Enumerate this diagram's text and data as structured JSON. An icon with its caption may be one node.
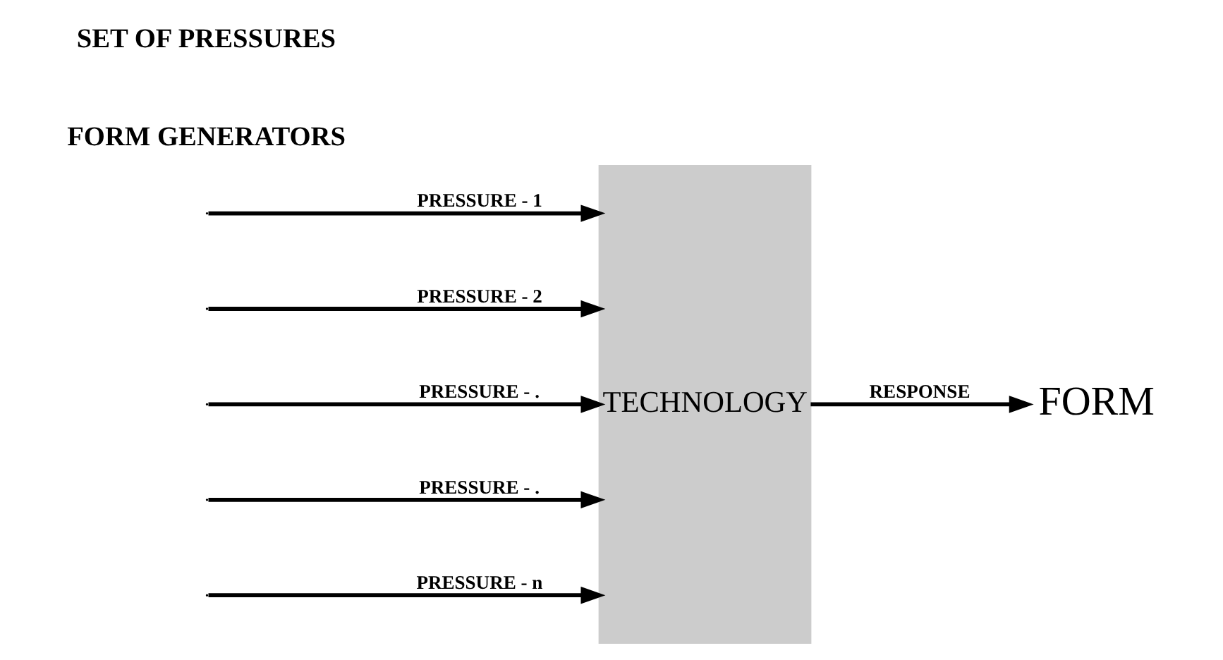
{
  "diagram": {
    "nodes": [
      {
        "text": [
          "TECHNOLOGY"
        ]
      },
      {
        "text": [
          "FORM"
        ]
      }
    ],
    "edges": [
      {
        "from": null,
        "to": 0,
        "arrow": "to",
        "label": "PRESSURE - 1"
      },
      {
        "from": null,
        "to": 0,
        "arrow": "to",
        "label": "PRESSURE - 2"
      },
      {
        "from": null,
        "to": 0,
        "arrow": "to",
        "label": "PRESSURE - ."
      },
      {
        "from": null,
        "to": 0,
        "arrow": "to",
        "label": "PRESSURE - ."
      },
      {
        "from": null,
        "to": 0,
        "arrow": "to",
        "label": "PRESSURE - n"
      },
      {
        "from": 0,
        "to": 1,
        "arrow": "to",
        "label": "RESPONSE"
      }
    ],
    "labels": [
      "FORM GENERATORS",
      "SET OF PRESSURES"
    ]
  }
}
